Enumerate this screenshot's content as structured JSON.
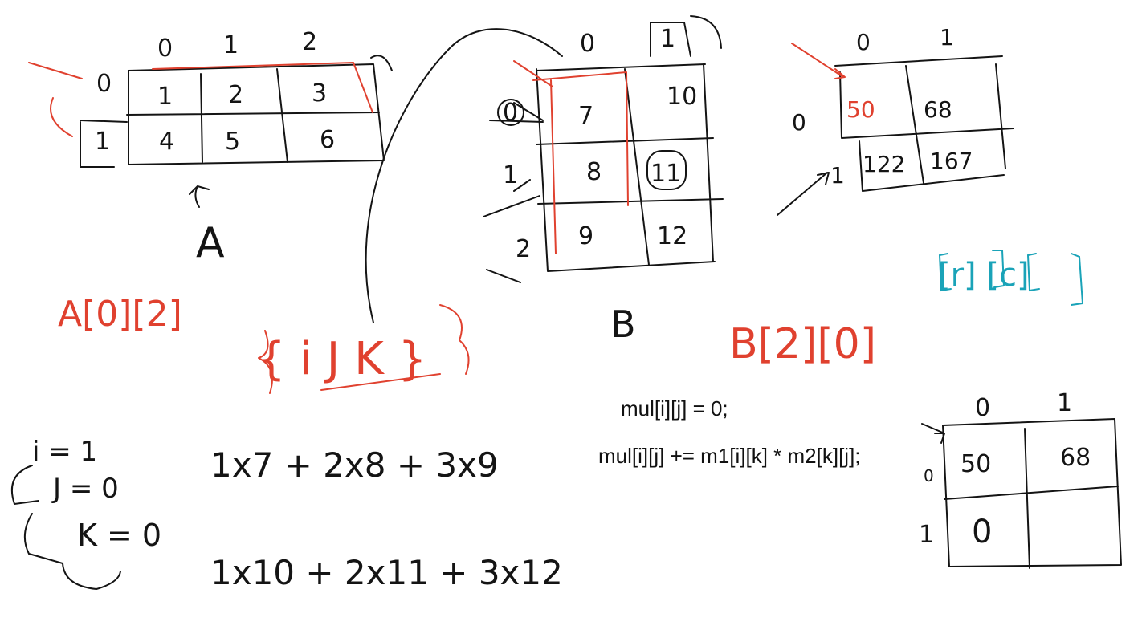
{
  "colors": {
    "ink": "#141414",
    "red": "#e0412f",
    "cyan": "#1aa3b8"
  },
  "matrix_a": {
    "name": "A",
    "col_indices": [
      "0",
      "1",
      "2"
    ],
    "row_indices": [
      "0",
      "1"
    ],
    "cells": [
      [
        "1",
        "2",
        "3"
      ],
      [
        "4",
        "5",
        "6"
      ]
    ],
    "access": "A[0][2]"
  },
  "matrix_b": {
    "name": "B",
    "col_indices": [
      "0",
      "1"
    ],
    "row_indices": [
      "0",
      "1",
      "2"
    ],
    "cells": [
      [
        "7",
        "10"
      ],
      [
        "8",
        "11"
      ],
      [
        "9",
        "12"
      ]
    ],
    "access": "B[2][0]"
  },
  "matrix_result_top": {
    "col_indices": [
      "0",
      "1"
    ],
    "row_indices": [
      "0",
      "1"
    ],
    "cells": [
      [
        "50",
        "68"
      ],
      [
        "122",
        "167"
      ]
    ]
  },
  "matrix_result_bottom": {
    "col_indices": [
      "0",
      "1"
    ],
    "row_indices": [
      "0",
      "1"
    ],
    "cells": [
      [
        "50",
        "68"
      ],
      [
        "0",
        ""
      ]
    ]
  },
  "loop_vars": "{ i J K }",
  "dims_note": "[r] [c]",
  "counters": {
    "i": "i = 1",
    "j": "J = 0",
    "k": "K = 0"
  },
  "expressions": [
    "1x7 + 2x8 + 3x9",
    "1x10 + 2x11 + 3x12"
  ],
  "code": [
    "mul[i][j] = 0;",
    "mul[i][j] += m1[i][k] * m2[k][j];"
  ]
}
